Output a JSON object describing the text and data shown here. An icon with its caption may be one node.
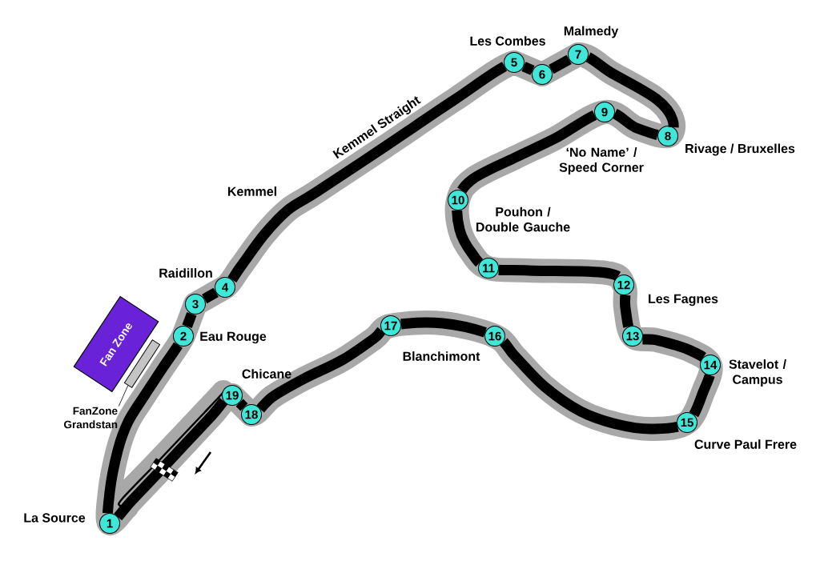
{
  "diagram": {
    "nodes": [
      {
        "text": [
          "1"
        ],
        "beside": [
          "La Source"
        ]
      },
      {
        "text": [
          "2"
        ],
        "beside": [
          "Eau Rouge"
        ]
      },
      {
        "text": [
          "3"
        ]
      },
      {
        "text": [
          "4"
        ]
      },
      {
        "text": [
          "5"
        ]
      },
      {
        "text": [
          "6"
        ]
      },
      {
        "text": [
          "7"
        ],
        "beside": [
          "Malmedy"
        ]
      },
      {
        "text": [
          "8"
        ],
        "beside": [
          "Rivage / Bruxelles"
        ]
      },
      {
        "text": [
          "9"
        ]
      },
      {
        "text": [
          "10"
        ],
        "beside": [
          "Pouhon / Double Gauche"
        ]
      },
      {
        "text": [
          "11"
        ]
      },
      {
        "text": [
          "12"
        ]
      },
      {
        "text": [
          "13"
        ]
      },
      {
        "text": [
          "14"
        ],
        "beside": [
          "Stavelot / Campus"
        ]
      },
      {
        "text": [
          "15"
        ],
        "beside": [
          "Curve Paul Frere"
        ]
      },
      {
        "text": [
          "16"
        ]
      },
      {
        "text": [
          "17"
        ]
      },
      {
        "text": [
          "18"
        ]
      },
      {
        "text": [
          "19"
        ]
      },
      {
        "text": [
          "Fan Zone"
        ]
      },
      {
        "text": [],
        "shape": "box"
      },
      {
        "text": [
          "FanZone Grandstan"
        ]
      }
    ],
    "edges": [
      {
        "from": 0,
        "to": 1,
        "arrow": "none"
      },
      {
        "from": 1,
        "to": 2,
        "arrow": "none"
      },
      {
        "from": 2,
        "to": 3,
        "arrow": "none"
      },
      {
        "from": 3,
        "to": 4,
        "arrow": "none"
      },
      {
        "from": 4,
        "to": 5,
        "arrow": "none"
      },
      {
        "from": 5,
        "to": 6,
        "arrow": "none"
      },
      {
        "from": 6,
        "to": 7,
        "arrow": "none"
      },
      {
        "from": 7,
        "to": 8,
        "arrow": "none"
      },
      {
        "from": 8,
        "to": 9,
        "arrow": "none"
      },
      {
        "from": 9,
        "to": 10,
        "arrow": "none"
      },
      {
        "from": 10,
        "to": 11,
        "arrow": "none"
      },
      {
        "from": 11,
        "to": 12,
        "arrow": "none"
      },
      {
        "from": 12,
        "to": 13,
        "arrow": "none"
      },
      {
        "from": 13,
        "to": 14,
        "arrow": "none"
      },
      {
        "from": 14,
        "to": 15,
        "arrow": "none"
      },
      {
        "from": 15,
        "to": 16,
        "arrow": "none"
      },
      {
        "from": 16,
        "to": 17,
        "arrow": "none"
      },
      {
        "from": 17,
        "to": 18,
        "arrow": "none"
      },
      {
        "from": 18,
        "to": 0,
        "arrow": "none"
      },
      {
        "from": 21,
        "to": 20,
        "arrow": "none"
      }
    ],
    "labels": [
      "Les Combes",
      "Kemmel Straight",
      "‘No Name’ / Speed Corner",
      "Kemmel",
      "Raidillon",
      "Les Fagnes",
      "Blanchimont",
      "Chicane"
    ]
  }
}
